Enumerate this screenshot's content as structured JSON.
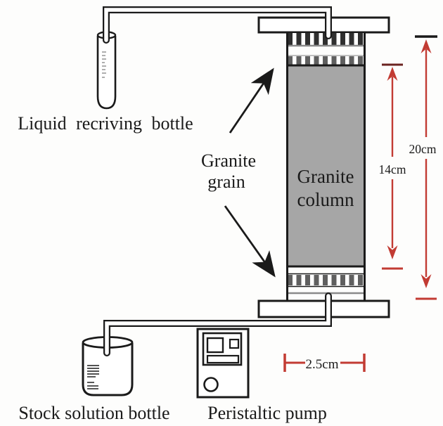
{
  "labels": {
    "liquid_receiving_bottle": "Liquid recriving bottle",
    "granite_grain": {
      "line1": "Granite",
      "line2": "grain"
    },
    "granite_column": {
      "line1": "Granite",
      "line2": "column"
    },
    "stock_solution_bottle": "Stock solution bottle",
    "peristaltic_pump": "Peristaltic pump"
  },
  "dimensions": {
    "packed_column_height": "14cm",
    "total_column_height": "20cm",
    "column_width": "2.5cm"
  },
  "colors": {
    "background": "#fdfdfc",
    "line": "#1a1a1a",
    "column_gray": "#a6a6a6",
    "dimension_red": "#c23b33",
    "hatch_dark": "#2f2f2f",
    "hatch_mid": "#5f5f5f"
  }
}
